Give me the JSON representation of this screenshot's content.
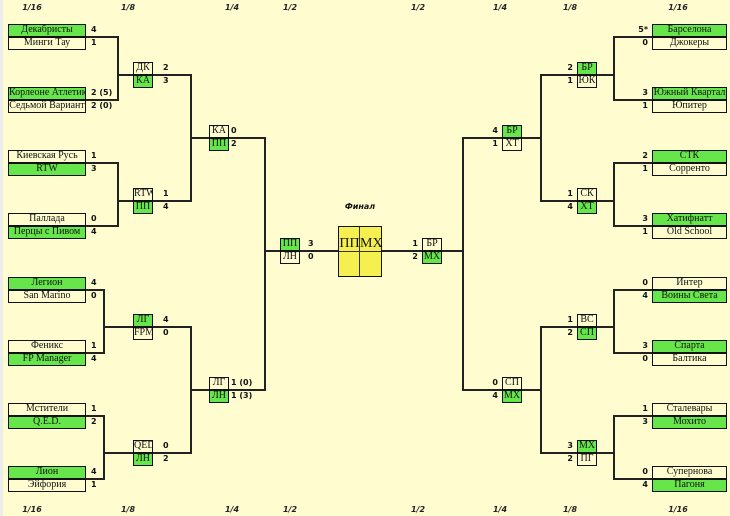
{
  "headers": {
    "left": [
      "1/16",
      "1/8",
      "1/4",
      "1/2"
    ],
    "right": [
      "1/2",
      "1/4",
      "1/8",
      "1/16"
    ]
  },
  "colors": {
    "winner": "#66e64a",
    "background": "#fffdd0",
    "final": "#f5f050"
  },
  "left": {
    "r16": [
      {
        "top": {
          "name": "Декабристы",
          "score": "4",
          "win": true
        },
        "bottom": {
          "name": "Минги Тау",
          "score": "1",
          "win": false
        }
      },
      {
        "top": {
          "name": "Корлеоне Атлетик",
          "score": "2 (5)",
          "win": true
        },
        "bottom": {
          "name": "Седьмой Вариант",
          "score": "2 (0)",
          "win": false
        }
      },
      {
        "top": {
          "name": "Киевская Русь",
          "score": "1",
          "win": false
        },
        "bottom": {
          "name": "RTW",
          "score": "3",
          "win": true
        }
      },
      {
        "top": {
          "name": "Паллада",
          "score": "0",
          "win": false
        },
        "bottom": {
          "name": "Перцы с Пивом",
          "score": "4",
          "win": true
        }
      },
      {
        "top": {
          "name": "Легион",
          "score": "4",
          "win": true
        },
        "bottom": {
          "name": "San Marino",
          "score": "0",
          "win": false
        }
      },
      {
        "top": {
          "name": "Феникс",
          "score": "1",
          "win": false
        },
        "bottom": {
          "name": "FP Manager",
          "score": "4",
          "win": true
        }
      },
      {
        "top": {
          "name": "Мстители",
          "score": "1",
          "win": false
        },
        "bottom": {
          "name": "Q.E.D.",
          "score": "2",
          "win": true
        }
      },
      {
        "top": {
          "name": "Лион",
          "score": "4",
          "win": true
        },
        "bottom": {
          "name": "Эйфория",
          "score": "1",
          "win": false
        }
      }
    ],
    "r8": [
      {
        "top": {
          "name": "ДК",
          "score": "2",
          "win": false
        },
        "bottom": {
          "name": "КА",
          "score": "3",
          "win": true
        }
      },
      {
        "top": {
          "name": "RTW",
          "score": "1",
          "win": false
        },
        "bottom": {
          "name": "ПП",
          "score": "4",
          "win": true
        }
      },
      {
        "top": {
          "name": "ЛГ",
          "score": "4",
          "win": true
        },
        "bottom": {
          "name": "FPM",
          "score": "0",
          "win": false
        }
      },
      {
        "top": {
          "name": "QED",
          "score": "0",
          "win": false
        },
        "bottom": {
          "name": "ЛН",
          "score": "2",
          "win": true
        }
      }
    ],
    "r4": [
      {
        "top": {
          "name": "КА",
          "score": "0",
          "win": false
        },
        "bottom": {
          "name": "ПП",
          "score": "2",
          "win": true
        }
      },
      {
        "top": {
          "name": "ЛГ",
          "score": "1 (0)",
          "win": false
        },
        "bottom": {
          "name": "ЛН",
          "score": "1 (3)",
          "win": true
        }
      }
    ],
    "r2": [
      {
        "top": {
          "name": "ПП",
          "score": "3",
          "win": true
        },
        "bottom": {
          "name": "ЛН",
          "score": "0",
          "win": false
        }
      }
    ]
  },
  "right": {
    "r16": [
      {
        "top": {
          "name": "Барселона",
          "score": "5*",
          "win": true
        },
        "bottom": {
          "name": "Джокеры",
          "score": "0",
          "win": false
        }
      },
      {
        "top": {
          "name": "Южный Квартал",
          "score": "3",
          "win": true
        },
        "bottom": {
          "name": "Юпитер",
          "score": "1",
          "win": false
        }
      },
      {
        "top": {
          "name": "СТК",
          "score": "2",
          "win": true
        },
        "bottom": {
          "name": "Сорренто",
          "score": "1",
          "win": false
        }
      },
      {
        "top": {
          "name": "Хатифнатт",
          "score": "3",
          "win": true
        },
        "bottom": {
          "name": "Old School",
          "score": "1",
          "win": false
        }
      },
      {
        "top": {
          "name": "Интер",
          "score": "0",
          "win": false
        },
        "bottom": {
          "name": "Воины Света",
          "score": "4",
          "win": true
        }
      },
      {
        "top": {
          "name": "Спарта",
          "score": "3",
          "win": true
        },
        "bottom": {
          "name": "Балтика",
          "score": "0",
          "win": false
        }
      },
      {
        "top": {
          "name": "Сталевары",
          "score": "1",
          "win": false
        },
        "bottom": {
          "name": "Мохито",
          "score": "3",
          "win": true
        }
      },
      {
        "top": {
          "name": "Супернова",
          "score": "0",
          "win": false
        },
        "bottom": {
          "name": "Пагоня",
          "score": "4",
          "win": true
        }
      }
    ],
    "r8": [
      {
        "top": {
          "name": "БР",
          "score": "2",
          "win": true
        },
        "bottom": {
          "name": "ЮК",
          "score": "1",
          "win": false
        }
      },
      {
        "top": {
          "name": "СК",
          "score": "1",
          "win": false
        },
        "bottom": {
          "name": "ХТ",
          "score": "4",
          "win": true
        }
      },
      {
        "top": {
          "name": "ВС",
          "score": "1",
          "win": false
        },
        "bottom": {
          "name": "СП",
          "score": "2",
          "win": true
        }
      },
      {
        "top": {
          "name": "МХ",
          "score": "3",
          "win": true
        },
        "bottom": {
          "name": "ПГ",
          "score": "2",
          "win": false
        }
      }
    ],
    "r4": [
      {
        "top": {
          "name": "БР",
          "score": "4",
          "win": true
        },
        "bottom": {
          "name": "ХТ",
          "score": "1",
          "win": false
        }
      },
      {
        "top": {
          "name": "СП",
          "score": "0",
          "win": false
        },
        "bottom": {
          "name": "МХ",
          "score": "4",
          "win": true
        }
      }
    ],
    "r2": [
      {
        "top": {
          "name": "БР",
          "score": "1",
          "win": false
        },
        "bottom": {
          "name": "МХ",
          "score": "2",
          "win": true
        }
      }
    ]
  },
  "final": {
    "title": "Финал",
    "team1": "ПП",
    "team2": "МХ"
  }
}
